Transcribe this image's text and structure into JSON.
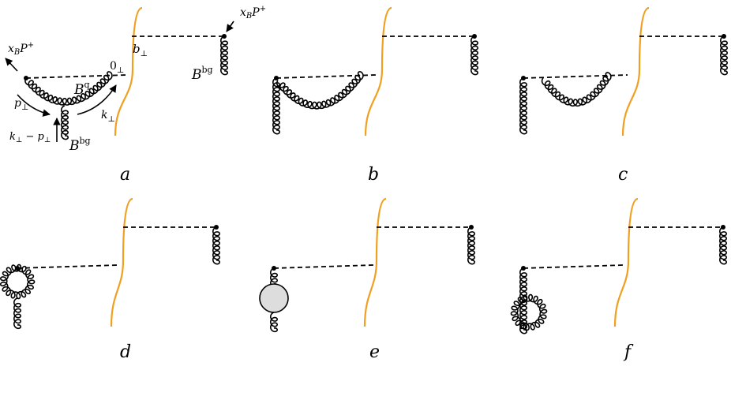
{
  "panels": [
    {
      "id": "a",
      "label": "a"
    },
    {
      "id": "b",
      "label": "b"
    },
    {
      "id": "c",
      "label": "c"
    },
    {
      "id": "d",
      "label": "d"
    },
    {
      "id": "e",
      "label": "e"
    },
    {
      "id": "f",
      "label": "f"
    }
  ],
  "panel_a": {
    "xbp_right": "x_B P^+",
    "xbp_left": "x_B P^+",
    "b_perp": "b_⊥",
    "zero_perp": "0_⊥",
    "b_q": "B^q",
    "b_bg_right": "B^bg",
    "b_bg_bottom": "B^bg",
    "p_perp": "p_⊥",
    "k_perp": "k_⊥",
    "k_minus_p": "k_⊥ − p_⊥"
  },
  "colors": {
    "wilson_line": "#f0a020",
    "blob_fill": "#dddddd"
  }
}
